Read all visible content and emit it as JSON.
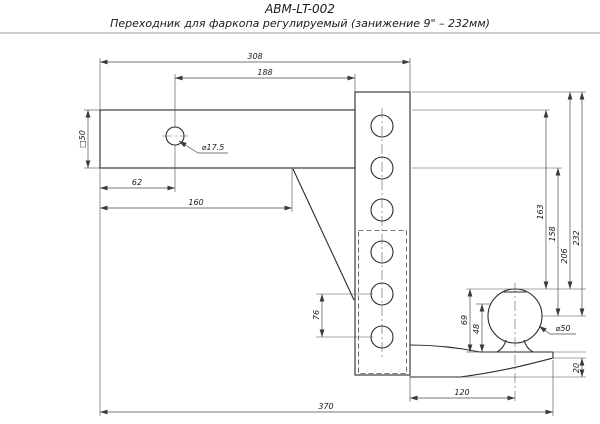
{
  "title": {
    "model": "ABM-LT-002",
    "subtitle": "Переходник для фаркопа регулируемый (занижение 9\" – 232мм)"
  },
  "dims": {
    "overall_top": "308",
    "shank_to_channel": "188",
    "shank_section": "□50",
    "pin_hole": "⌀17.5",
    "pin_offset": "62",
    "shank_length": "160",
    "hole_pitch": "76",
    "drop_a": "163",
    "drop_b": "158",
    "drop_c": "206",
    "drop_d": "232",
    "ball_rise": "69",
    "neck_rise": "48",
    "ball_dia": "⌀50",
    "ball_offset": "120",
    "end_rise": "20",
    "overall_length": "370"
  }
}
